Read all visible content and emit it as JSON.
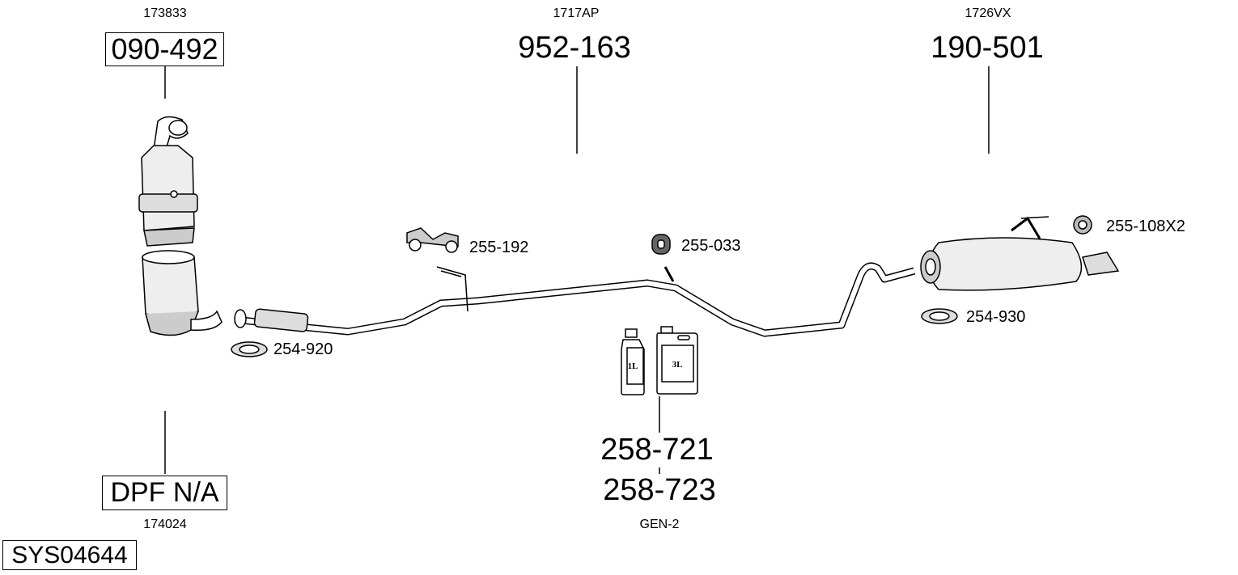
{
  "diagram_title": "SYS04644",
  "columns": [
    {
      "ref": "173833",
      "part": "090-492",
      "boxed": true
    },
    {
      "ref": "1717AP",
      "part": "952-163",
      "boxed": false
    },
    {
      "ref": "1726VX",
      "part": "190-501",
      "boxed": false
    }
  ],
  "dpf": {
    "part": "DPF N/A",
    "ref": "174024"
  },
  "fittings": {
    "hanger_1": "255-192",
    "hanger_2": "255-033",
    "hanger_3": "255-108X2",
    "clamp_front": "254-920",
    "clamp_rear": "254-930"
  },
  "additive": {
    "bottle_1": "1L",
    "bottle_2": "3L",
    "part_1": "258-721",
    "part_2": "258-723",
    "ref": "GEN-2"
  }
}
